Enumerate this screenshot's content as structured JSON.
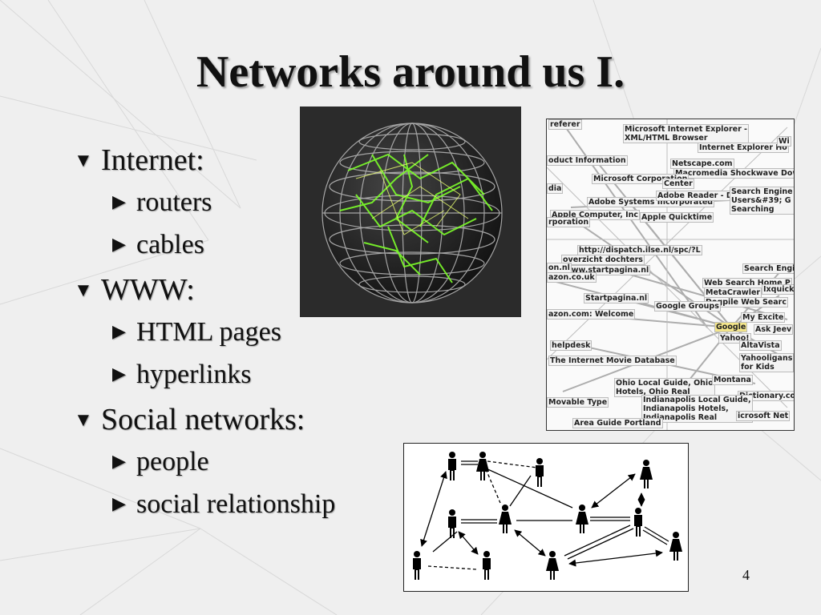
{
  "slide": {
    "title": "Networks around us I.",
    "page_number": "4"
  },
  "bullets": [
    {
      "label": "Internet:",
      "subs": [
        "routers",
        "cables"
      ]
    },
    {
      "label": "WWW:",
      "subs": [
        "HTML pages",
        "hyperlinks"
      ]
    },
    {
      "label": "Social networks:",
      "subs": [
        "people",
        "social relationship"
      ]
    }
  ],
  "web_graph_labels": [
    "referer",
    "Microsoft Internet Explorer -\nXML/HTML Browser",
    "Internet Explorer Ho",
    "Wi",
    "oduct Information",
    "Netscape.com",
    "Macromedia Shockwave Down",
    "Microsoft Corporation",
    "Center",
    "dia",
    "Adobe Systems Incorporated",
    "Adobe Reader - D",
    "Search Engine\nUsers&#39; G\nSearching",
    "Apple Computer, Inc",
    "Apple Quicktime",
    "rporation",
    "http://dispatch.ilse.nl/spc/?L",
    "overzicht dochters",
    "www.startpagina.nl",
    "on.nl",
    "azon.co.uk",
    "Search Engi",
    "Web Search Home P",
    "MetaCrawler",
    "Dogpile Web Searc",
    "Ixquick",
    "Startpagina.nl",
    "Google Groups",
    "azon.com: Welcome",
    "My Excite",
    "Google",
    "Ask Jeev",
    "Yahoo!",
    "AltaVista",
    "helpdesk",
    "Yahooligans\nfor Kids",
    "The Internet Movie Database",
    "Ohio Local Guide, Ohio\nHotels, Ohio Real",
    "Montana",
    "Dictionary.co",
    "Movable Type",
    "Indianapolis Local Guide,\nIndianapolis Hotels,\nIndianapolis Real",
    "Area Guide Portland",
    "icrosoft Net"
  ]
}
